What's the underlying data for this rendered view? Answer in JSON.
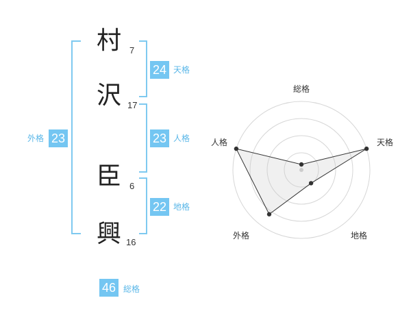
{
  "name": {
    "characters": [
      {
        "char": "村",
        "strokes": "7"
      },
      {
        "char": "沢",
        "strokes": "17"
      },
      {
        "char": "臣",
        "strokes": "6"
      },
      {
        "char": "興",
        "strokes": "16"
      }
    ]
  },
  "fortunes": {
    "tenkaku": {
      "value": "24",
      "label": "天格"
    },
    "jinkaku": {
      "value": "23",
      "label": "人格"
    },
    "chikaku": {
      "value": "22",
      "label": "地格"
    },
    "gaikaku": {
      "value": "23",
      "label": "外格"
    },
    "soukaku": {
      "value": "46",
      "label": "総格"
    }
  },
  "colors": {
    "accent": "#74c6f2",
    "bracket": "#7ec9f0",
    "label": "#5ab7e8"
  },
  "chart_data": {
    "type": "radar",
    "axes": [
      "総格",
      "天格",
      "地格",
      "外格",
      "人格"
    ],
    "values": [
      0.08,
      1.0,
      0.24,
      0.8,
      1.0
    ],
    "range": [
      0,
      1
    ],
    "rings": 4,
    "grid": true
  }
}
